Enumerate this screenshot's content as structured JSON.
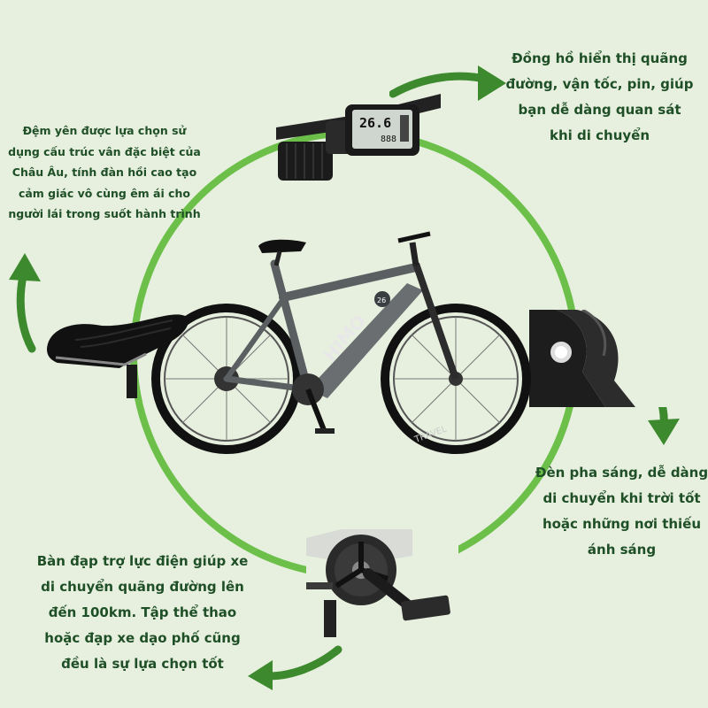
{
  "captions": {
    "display": "Đồng hồ hiển thị quãng đường, vận tốc, pin, giúp bạn dễ dàng quan sát khi di chuyển",
    "seat": "Đệm yên được lựa chọn sử dụng cấu trúc vân đặc biệt của Châu Âu, tính đàn hồi cao tạo cảm giác vô cùng êm ái cho người lái trong suốt hành trình",
    "headlight": "Đèn pha sáng, dễ dàng di chuyển khi trời tốt hoặc những nơi thiếu ánh sáng",
    "pedal": "Bàn đạp trợ lực điện giúp xe di chuyển quãng đường lên đến 100km. Tập thể thao hoặc đạp xe dạo phố cũng đều là sự lựa chọn tốt"
  },
  "display_readout": {
    "speed": "26.6",
    "odometer": "888"
  },
  "brand": {
    "frame_logo": "HIMO",
    "badge": "26",
    "tire_text": "TRAVEL"
  },
  "colors": {
    "background": "#e7f0df",
    "circle": "#6cc04a",
    "arrow": "#3d8a2e",
    "caption_text": "#1f4f26"
  }
}
